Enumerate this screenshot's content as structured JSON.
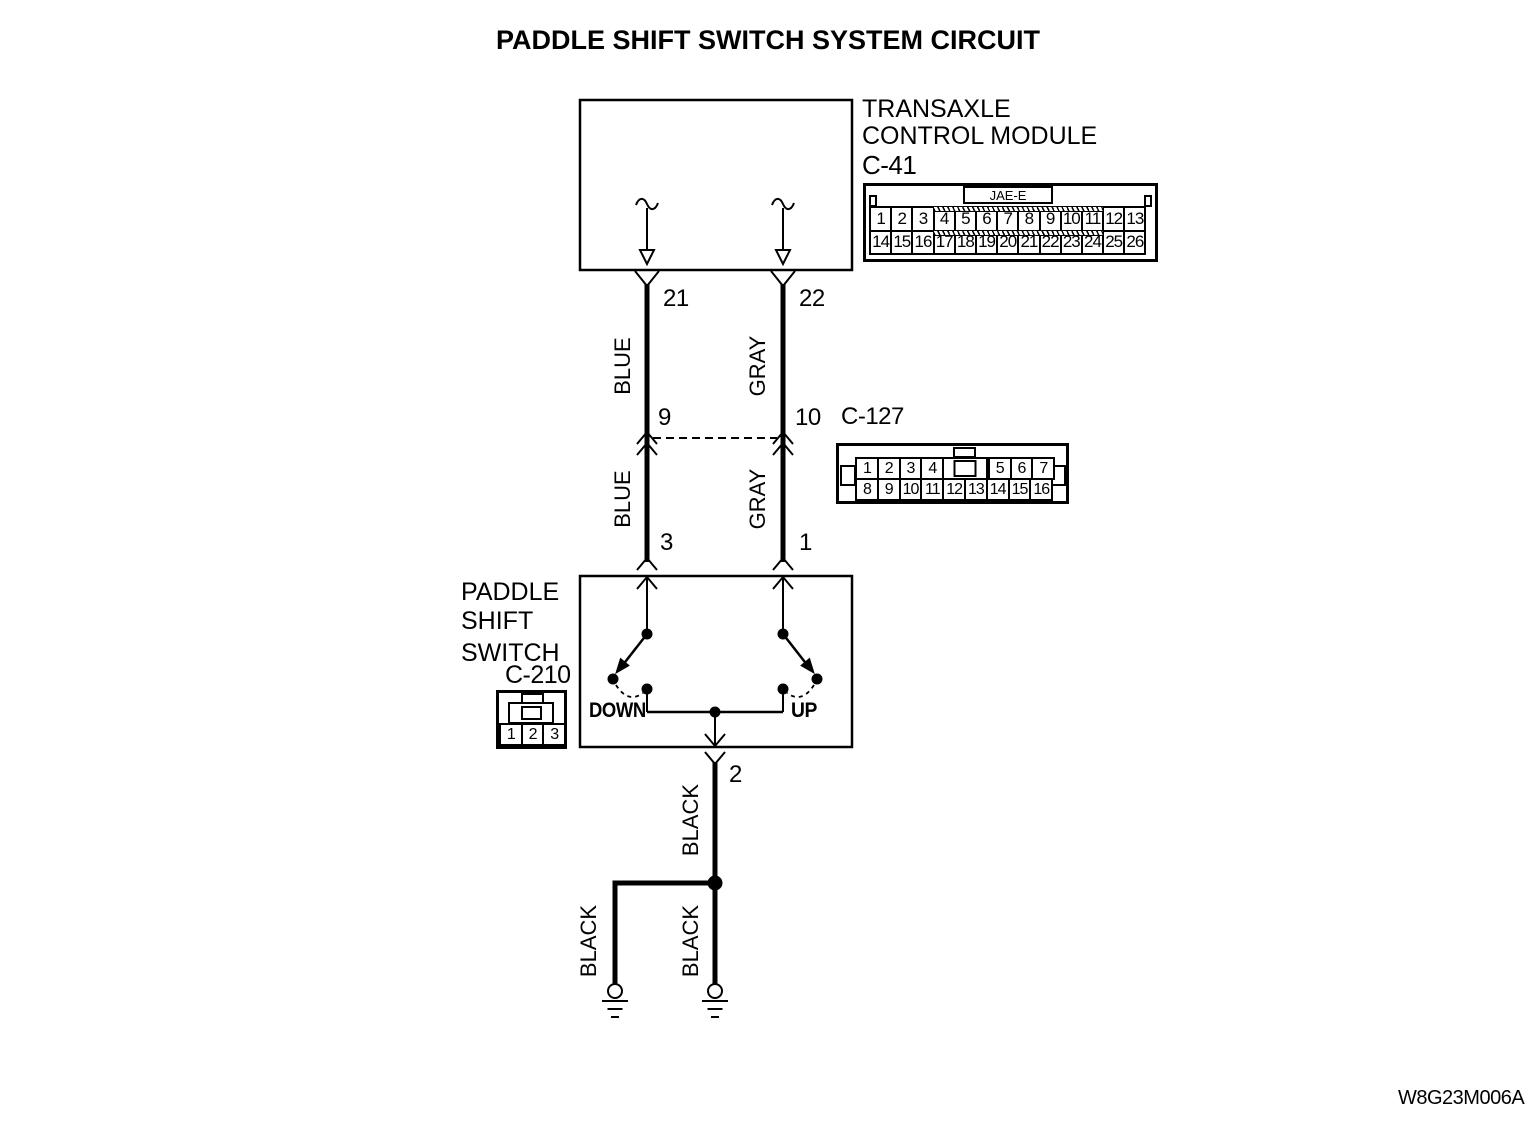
{
  "title": "PADDLE SHIFT SWITCH SYSTEM CIRCUIT",
  "drawing_code": "W8G23M006A",
  "tcm": {
    "name_line1": "TRANSAXLE",
    "name_line2": "CONTROL MODULE",
    "connector_id": "C-41",
    "connector_label": "JAE-E",
    "pins_row1": [
      "1",
      "2",
      "3",
      "4",
      "5",
      "6",
      "7",
      "8",
      "9",
      "10",
      "11",
      "12",
      "13"
    ],
    "pins_row2": [
      "14",
      "15",
      "16",
      "17",
      "18",
      "19",
      "20",
      "21",
      "22",
      "23",
      "24",
      "25",
      "26"
    ]
  },
  "c127": {
    "name": "C-127",
    "pins_row1a": [
      "1",
      "2",
      "3",
      "4"
    ],
    "pins_row1b": [
      "5",
      "6",
      "7"
    ],
    "pins_row2": [
      "8",
      "9",
      "10",
      "11",
      "12",
      "13",
      "14",
      "15",
      "16"
    ]
  },
  "paddle_switch": {
    "name_line1": "PADDLE",
    "name_line2": "SHIFT",
    "name_line3": "SWITCH",
    "connector_id": "C-210",
    "pins": [
      "1",
      "2",
      "3"
    ],
    "down_label": "DOWN",
    "up_label": "UP"
  },
  "wires": {
    "left": {
      "tcm_pin": "21",
      "color_upper": "BLUE",
      "c127_pin": "9",
      "color_lower": "BLUE",
      "switch_pin": "3"
    },
    "right": {
      "tcm_pin": "22",
      "color_upper": "GRAY",
      "c127_pin": "10",
      "color_lower": "GRAY",
      "switch_pin": "1"
    },
    "output": {
      "switch_pin": "2",
      "color": "BLACK",
      "ground_left_color": "BLACK",
      "ground_right_color": "BLACK"
    }
  },
  "colors": {
    "line": "#000000",
    "background": "#ffffff"
  }
}
